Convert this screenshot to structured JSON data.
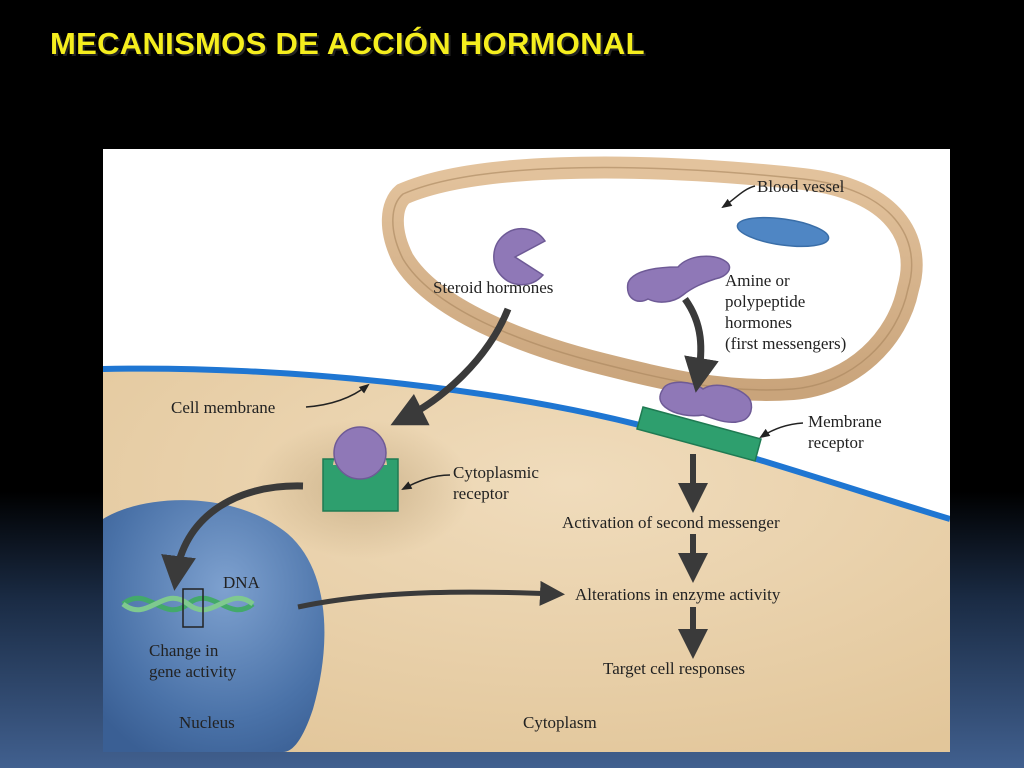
{
  "slide": {
    "title": "MECANISMOS DE ACCIÓN HORMONAL"
  },
  "diagram": {
    "labels": {
      "blood_vessel": "Blood vessel",
      "steroid_hormones": "Steroid hormones",
      "amine_hormones": "Amine or\npolypeptide\nhormones\n(first messengers)",
      "cell_membrane": "Cell membrane",
      "membrane_receptor": "Membrane\nreceptor",
      "cytoplasmic_receptor": "Cytoplasmic\nreceptor",
      "second_messenger": "Activation of second messenger",
      "dna": "DNA",
      "enzyme_activity": "Alterations in enzyme activity",
      "gene_activity": "Change in\ngene activity",
      "target_responses": "Target cell responses",
      "nucleus": "Nucleus",
      "cytoplasm": "Cytoplasm"
    },
    "colors": {
      "cytoplasm": "#e7cfa8",
      "vessel_wall": "#d6b48e",
      "membrane_line": "#1f76d2",
      "nucleus": "#4f78ad",
      "hormone": "#8f78b7",
      "receptor": "#2e9f6e",
      "arrow": "#3a3a3a"
    }
  }
}
